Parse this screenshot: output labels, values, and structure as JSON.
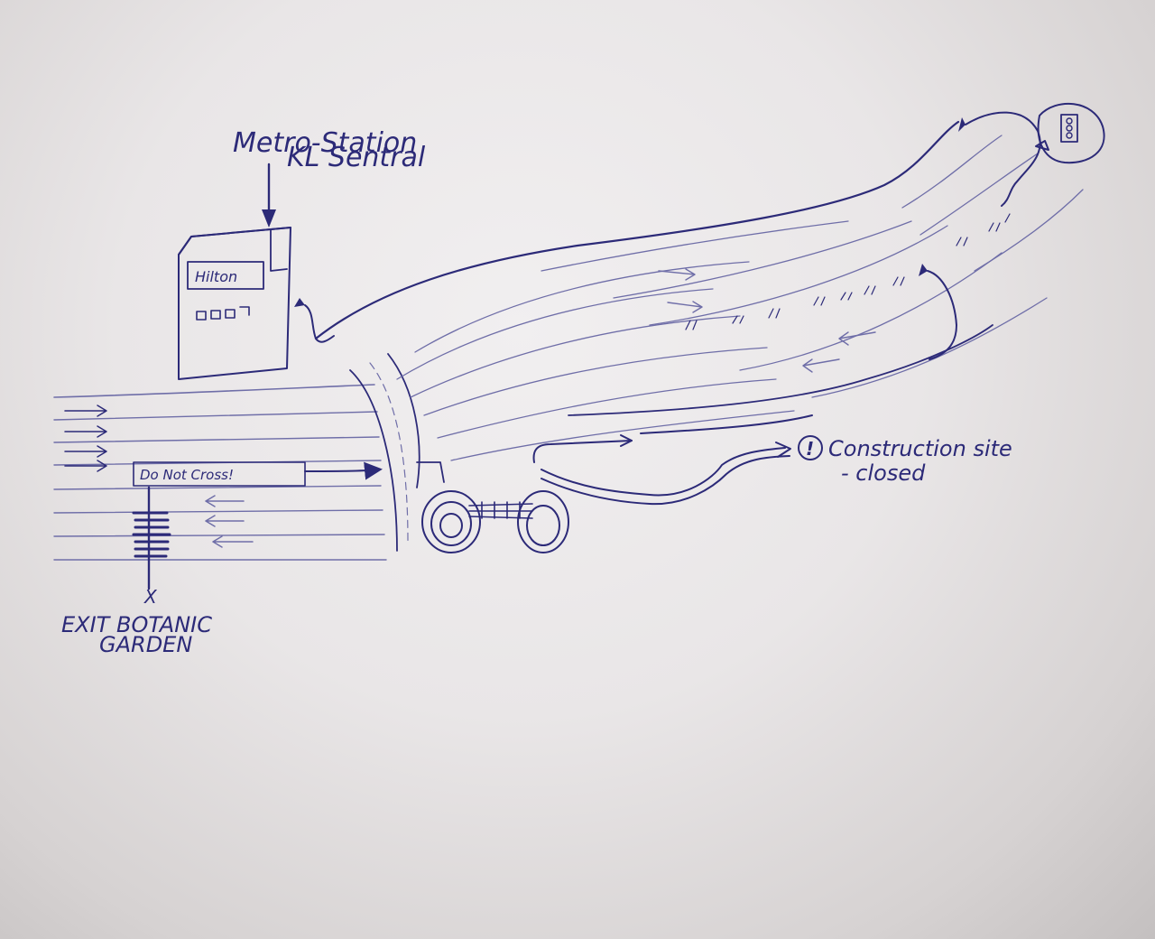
{
  "labels": {
    "metro_line1": "Metro-Station",
    "metro_line2": "KL Sentral",
    "hotel": "Hilton",
    "do_not_cross": "Do Not Cross!",
    "exit_line1": "EXIT BOTANIC",
    "exit_line2": "GARDEN",
    "exit_mark": "X",
    "construction_line1": "Construction site",
    "construction_line2": "- closed",
    "warning_symbol": "!"
  },
  "colors": {
    "ink": "#2c2a78",
    "paper": "#efedee"
  }
}
